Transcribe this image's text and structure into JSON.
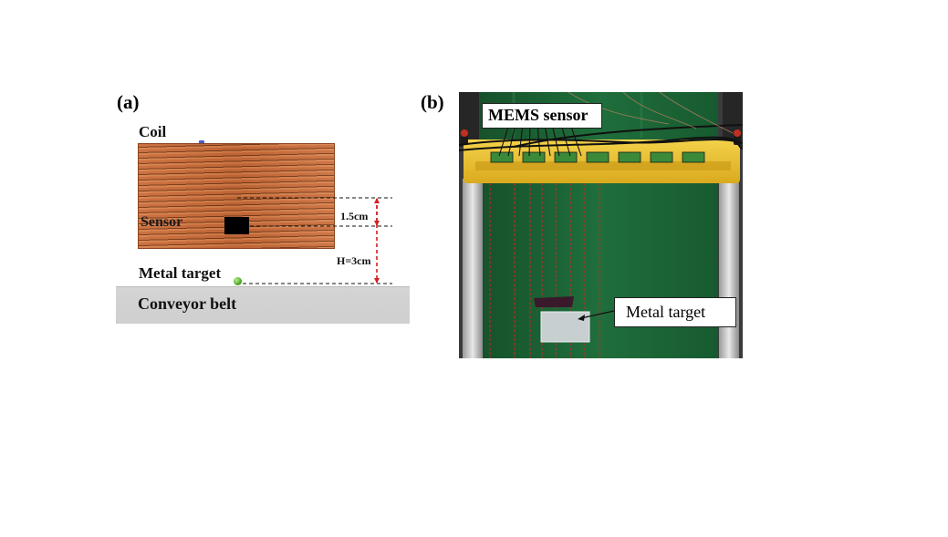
{
  "panel_a": {
    "label": "(a)",
    "coil_label": "Coil",
    "sensor_label": "Sensor",
    "metal_target_label": "Metal target",
    "conveyor_label": "Conveyor belt",
    "dim_small": "1.5cm",
    "dim_large": "H=3cm"
  },
  "panel_b": {
    "label": "(b)",
    "mems_label": "MEMS sensor",
    "target_label": "Metal target"
  },
  "colors": {
    "coil": "#c96a38",
    "dimension_line": "#d42020",
    "belt": "#d4d4d4",
    "photo_belt": "#1e6b3a",
    "holder": "#f0c832"
  }
}
